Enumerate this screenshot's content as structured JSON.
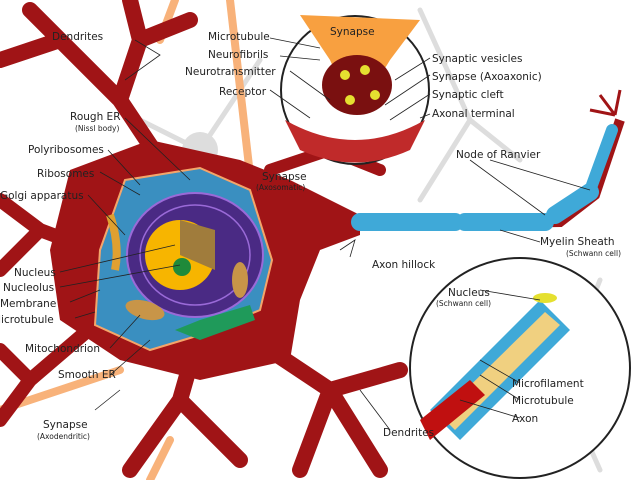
{
  "labels": {
    "dendrites_top": "Dendrites",
    "microtubule_top": "Microtubule",
    "neurofibrils": "Neurofibrils",
    "neurotransmitter": "Neurotransmitter",
    "receptor": "Receptor",
    "synapse_top": "Synapse",
    "synaptic_vesicles": "Synaptic vesicles",
    "synapse_axoaxonic": "Synapse",
    "synapse_axoaxonic_sub": "(Axoaxonic)",
    "synaptic_cleft": "Synaptic cleft",
    "axonal_terminal": "Axonal terminal",
    "rough_er": "Rough ER",
    "rough_er_sub": "(Nissl body)",
    "polyribosomes": "Polyribosomes",
    "ribosomes": "Ribosomes",
    "golgi": "Golgi apparatus",
    "synapse_axosomatic": "Synapse",
    "synapse_axosomatic_sub": "(Axosomatic)",
    "node_of_ranvier": "Node of Ranvier",
    "myelin_sheath": "Myelin Sheath",
    "myelin_sheath_sub": "(Schwann cell)",
    "axon_hillock": "Axon hillock",
    "nucleus": "Nucleus",
    "nucleolus": "Nucleolus",
    "membrane": "Membrane",
    "microtubule_left": "Microtubule",
    "mitochondrion": "Mitochondrion",
    "smooth_er": "Smooth ER",
    "synapse_axodendritic": "Synapse",
    "synapse_axodendritic_sub": "(Axodendritic)",
    "dendrites_bottom": "Dendrites",
    "nucleus_schwann": "Nucleus",
    "nucleus_schwann_sub": "(Schwann cell)",
    "microfilament": "Microfilament",
    "microtubule_axon": "Microtubule",
    "axon": "Axon"
  },
  "colors": {
    "neuron": "#a01416",
    "cytoplasm": "#3a8fc0",
    "er": "#5b2c91",
    "nucleus": "#f7b500",
    "myelin": "#3fa9d8"
  }
}
